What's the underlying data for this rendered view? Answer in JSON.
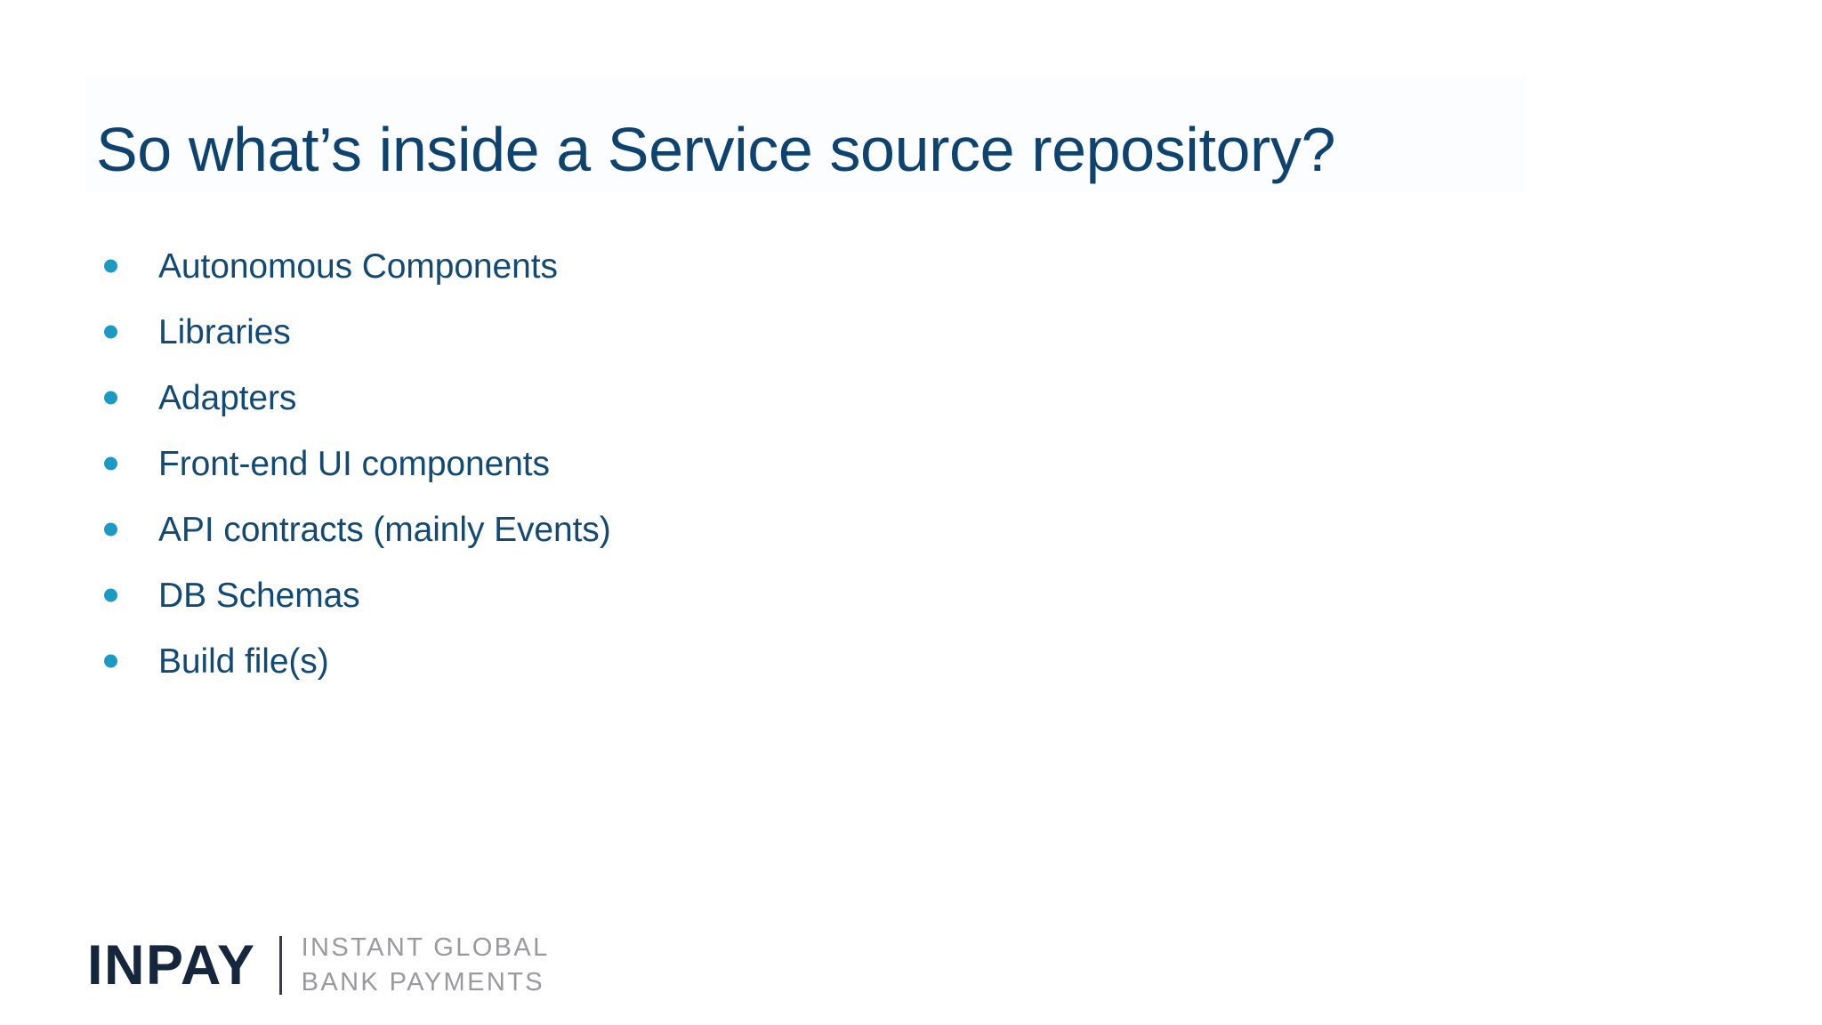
{
  "slide": {
    "background_color": "#ffffff",
    "title": "So what’s inside a Service source repository?",
    "title_color": "#0e4370",
    "bullet_color": "#1b9ac4",
    "bullet_text_color": "#134a73",
    "bullets": [
      {
        "label": "Autonomous Components"
      },
      {
        "label": "Libraries"
      },
      {
        "label": "Adapters"
      },
      {
        "label": "Front-end UI components"
      },
      {
        "label": "API contracts (mainly Events)"
      },
      {
        "label": "DB Schemas"
      },
      {
        "label": "Build file(s)"
      }
    ]
  },
  "logo": {
    "wordmark": "INPAY",
    "wordmark_color": "#16263c",
    "tagline_line1": "INSTANT GLOBAL",
    "tagline_line2": "BANK PAYMENTS",
    "tagline_color": "#9a9a9e"
  }
}
